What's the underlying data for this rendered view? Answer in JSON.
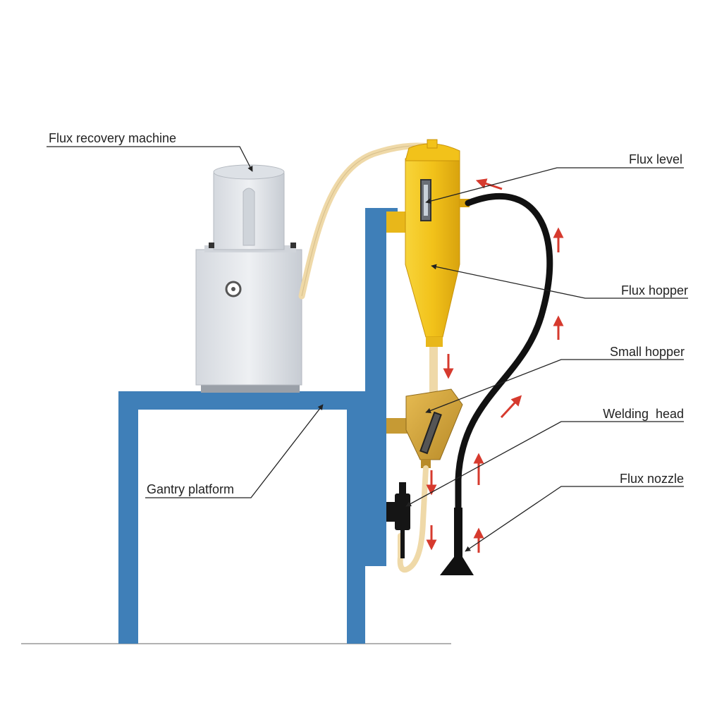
{
  "labels": {
    "flux_recovery_machine": "Flux recovery machine",
    "gantry_platform": "Gantry platform",
    "flux_level": "Flux level",
    "flux_hopper": "Flux hopper",
    "small_hopper": "Small hopper",
    "welding_head": "Welding  head",
    "flux_nozzle": "Flux nozzle"
  },
  "colors": {
    "gantry_blue": "#3f7fb8",
    "hopper_yellow": "#f2c21a",
    "small_hopper_gold": "#d9a93b",
    "machine_grey": "#e4e7ec",
    "hose_black": "#111111",
    "tube_cream": "#efd9a8",
    "arrow_red": "#d63a2e",
    "leader_line": "#222222"
  }
}
